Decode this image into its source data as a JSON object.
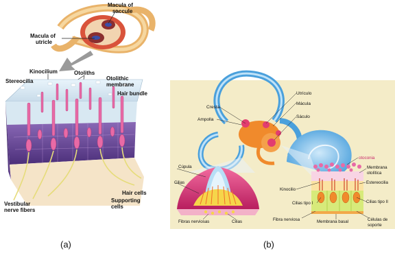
{
  "panel_a": {
    "labels": {
      "macula_saccule": "Macula of\nsaccule",
      "macula_utricle": "Macula of\nutricle",
      "kinocilium": "Kinocilium",
      "otoliths": "Otoliths",
      "stereocilia": "Stereocilia",
      "otolithic_membrane": "Otolithic\nmembrane",
      "hair_bundle": "Hair bundle",
      "hair_cells": "Hair cells",
      "supporting_cells": "Supporting\ncells",
      "vestibular_nerve_fibers": "Vestibular\nnerve fibers"
    },
    "caption": "(a)"
  },
  "panel_b": {
    "labels": {
      "utriculo": "Utrículo",
      "cresta": "Cresta",
      "macula": "Mácula",
      "ampolla": "Ampolla",
      "saculo": "Sáculo",
      "otoconia": "otoconia",
      "membrana_otolitica": "Membrana\notolítica",
      "cupula": "Cúpula",
      "cilias_left": "Cilias",
      "estereocilia": "Estereocilia",
      "kinocilio": "Kinocilio",
      "cilias_tipo_i": "Cilias tipo I",
      "cilias_tipo_ii": "Cilias tipo II",
      "fibras_nerviosas": "Fibras nerviosas",
      "cilias_bottom": "Cilias",
      "fibra_nerviosa": "Fibra nerviosa",
      "membrana_basal": "Membrana basal",
      "celulas_soporte": "Células de\nsoporte"
    },
    "caption": "(b)"
  },
  "colors": {
    "panel_b_bg": "#f4ecc8",
    "hair_cell": "#e86aa6",
    "epithelium": "#6f4a9a",
    "nerve": "#e6dc7a",
    "canal_blue": "#5aaee4",
    "orange": "#f08a2c"
  }
}
